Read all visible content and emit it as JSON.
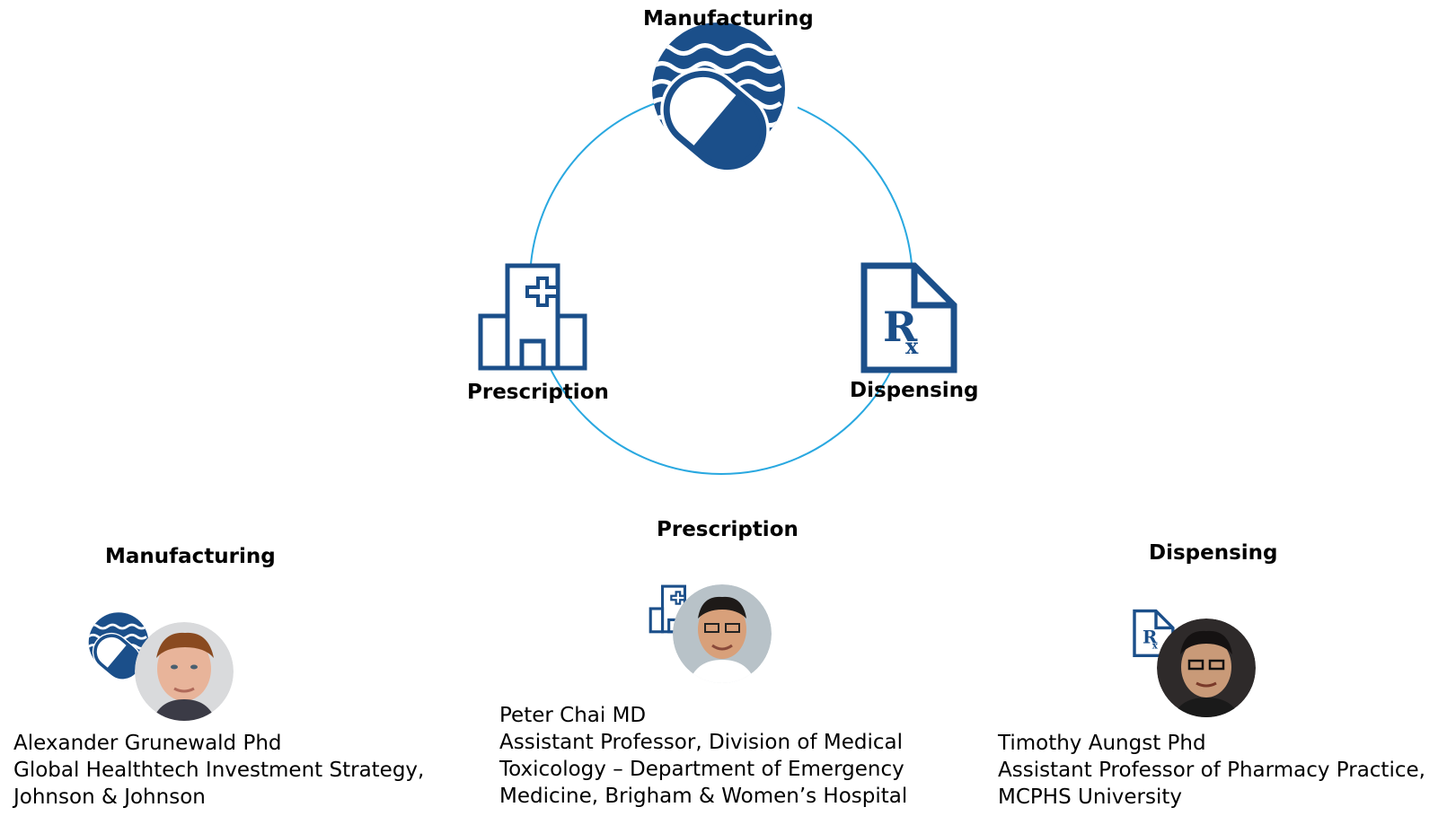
{
  "cycle": {
    "top_label": "Manufacturing",
    "left_label": "Prescription",
    "right_label": "Dispensing"
  },
  "people": [
    {
      "section": "Manufacturing",
      "lines": [
        "Alexander Grunewald Phd",
        "Global Healthtech Investment Strategy,",
        "Johnson & Johnson"
      ]
    },
    {
      "section": "Prescription",
      "lines": [
        "Peter Chai MD",
        "Assistant Professor, Division of Medical",
        "Toxicology – Department of Emergency",
        "Medicine, Brigham & Women’s Hospital"
      ]
    },
    {
      "section": "Dispensing",
      "lines": [
        "Timothy Aungst Phd",
        "Assistant Professor of Pharmacy Practice,",
        "MCPHS University"
      ]
    }
  ],
  "colors": {
    "icon_blue": "#1b4f8a",
    "cycle_line": "#29a8e0"
  }
}
